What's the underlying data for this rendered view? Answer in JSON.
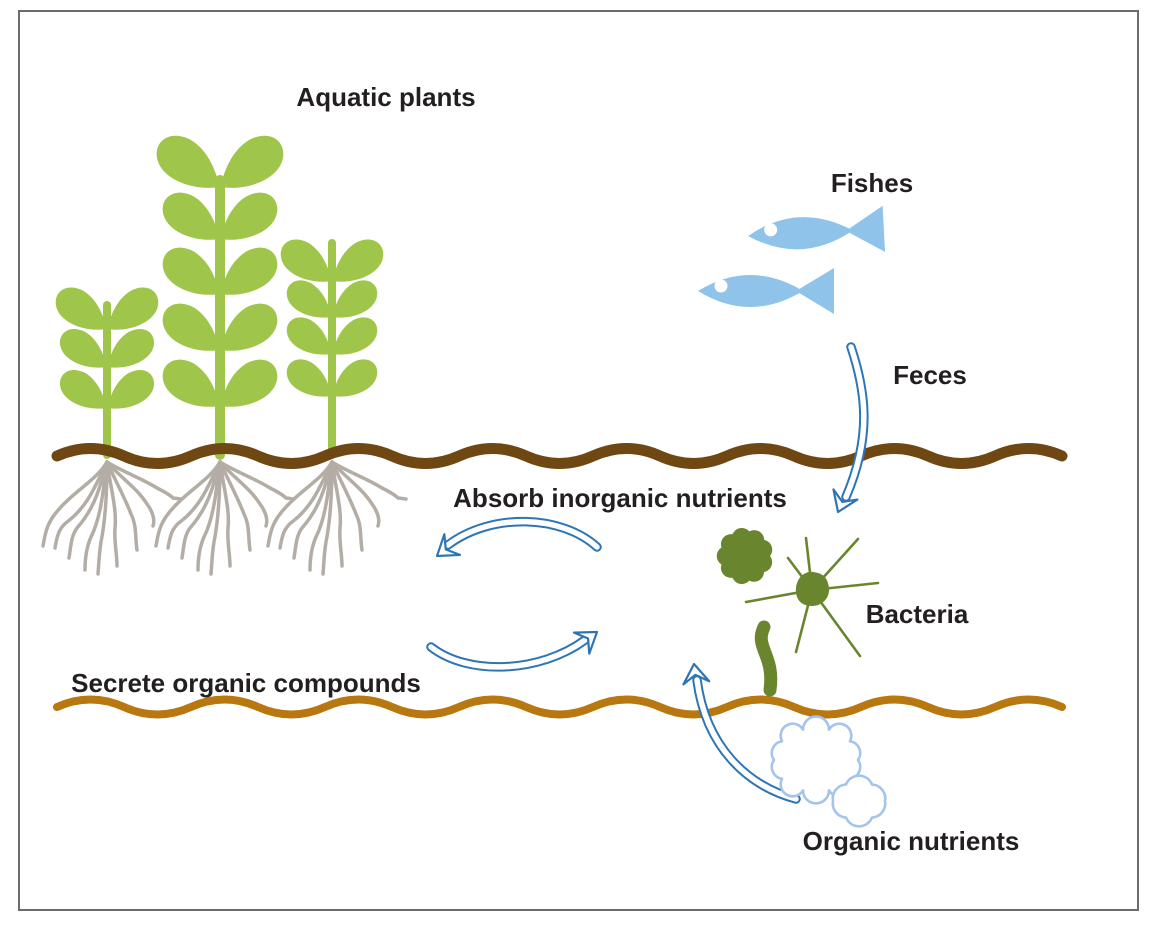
{
  "figure": {
    "title": "Aquatic nutrient cycle diagram",
    "labels": {
      "aquatic_plants": "Aquatic plants",
      "fishes": "Fishes",
      "feces": "Feces",
      "absorb": "Absorb inorganic nutrients",
      "bacteria": "Bacteria",
      "secrete": "Secrete organic compounds",
      "organic": "Organic nutrients"
    },
    "elements": {
      "plants_count": 3,
      "fish_count": 2,
      "bacteria_shapes": [
        "cocci-cluster-blob",
        "star-flagellate",
        "curved-rod"
      ],
      "nutrient_clouds": 2,
      "arrows": [
        {
          "name": "feces-arrow",
          "from": "fishes",
          "to": "bacteria"
        },
        {
          "name": "absorb-arrow",
          "from": "bacteria",
          "to": "plant-roots"
        },
        {
          "name": "secrete-arrow",
          "from": "plant-roots",
          "to": "bacteria"
        },
        {
          "name": "organic-arrow",
          "from": "organic-nutrients",
          "to": "bacteria"
        }
      ]
    }
  },
  "colors": {
    "plant_green": "#9fc54a",
    "soil_dark": "#6f4712",
    "sediment_brown": "#b8770f",
    "root_gray": "#b3ada5",
    "fish_blue": "#8fc3ea",
    "arrow_blue": "#2e75b6",
    "cloud_blue": "#a3c4ec",
    "bacteria_green": "#69862f",
    "text_dark": "#231f20",
    "border_gray": "#6a6c6e"
  }
}
